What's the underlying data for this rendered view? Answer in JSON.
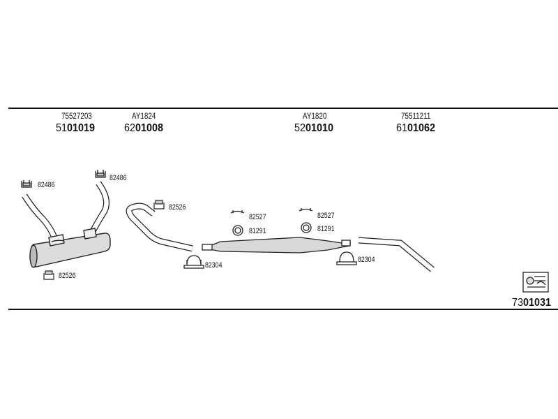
{
  "groups": [
    {
      "ref": "75527203",
      "prefix": "51",
      "number": "01019"
    },
    {
      "ref": "AY1824",
      "prefix": "62",
      "number": "01008"
    },
    {
      "ref": "AY1820",
      "prefix": "52",
      "number": "01010"
    },
    {
      "ref": "75511211",
      "prefix": "61",
      "number": "01062"
    }
  ],
  "kit": {
    "prefix": "73",
    "number": "01031"
  },
  "parts": {
    "hanger_left": "82486",
    "hanger_right": "82486",
    "clamp_under_muffler": "82526",
    "clamp_pipe": "82526",
    "hanger_mid_1": "82527",
    "ring_mid_1": "81291",
    "hanger_mid_2": "82527",
    "ring_mid_2": "81291",
    "clamp_bolt_1": "82304",
    "clamp_bolt_2": "82304"
  }
}
